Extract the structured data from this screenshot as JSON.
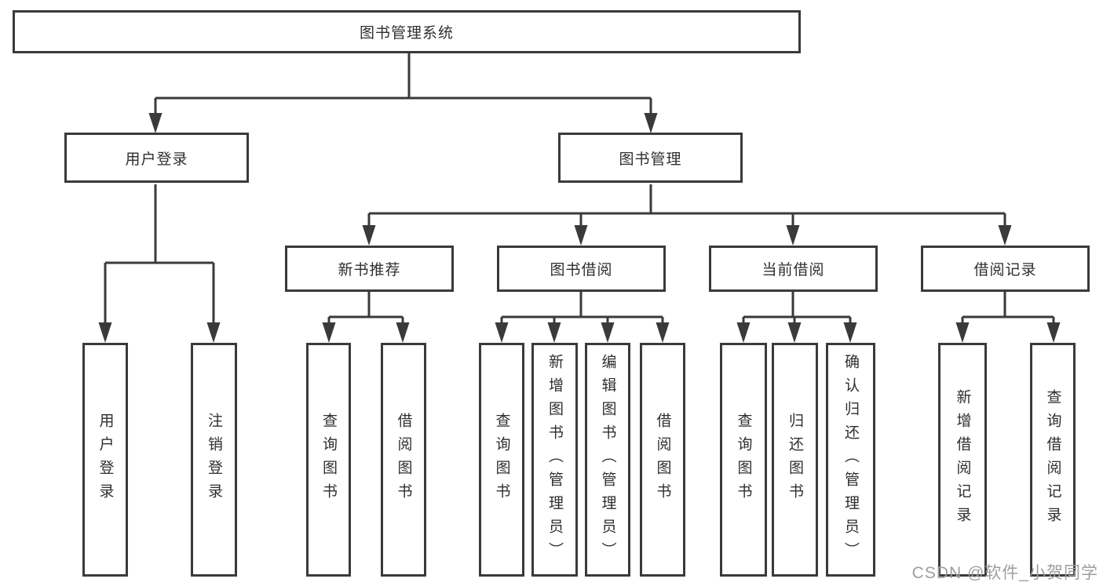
{
  "root": {
    "label": "图书管理系统"
  },
  "level2": [
    {
      "label": "用户登录"
    },
    {
      "label": "图书管理"
    }
  ],
  "level3": [
    {
      "label": "新书推荐"
    },
    {
      "label": "图书借阅"
    },
    {
      "label": "当前借阅"
    },
    {
      "label": "借阅记录"
    }
  ],
  "leaves": {
    "user_login": [
      {
        "label": "用户登录"
      },
      {
        "label": "注销登录"
      }
    ],
    "new_books": [
      {
        "label": "查询图书"
      },
      {
        "label": "借阅图书"
      }
    ],
    "book_borrow": [
      {
        "label": "查询图书"
      },
      {
        "label": "新增图书（管理员）"
      },
      {
        "label": "编辑图书（管理员）"
      },
      {
        "label": "借阅图书"
      }
    ],
    "current_borrow": [
      {
        "label": "查询图书"
      },
      {
        "label": "归还图书"
      },
      {
        "label": "确认归还（管理员）"
      }
    ],
    "borrow_records": [
      {
        "label": "新增借阅记录"
      },
      {
        "label": "查询借阅记录"
      }
    ]
  },
  "watermark": {
    "text": "CSDN @软件_小贺同学"
  },
  "colors": {
    "line": "#3a3a3a",
    "box_border": "#3a3a3a",
    "text": "#2f2f2f",
    "watermark": "#9e9e9e",
    "background": "#ffffff"
  }
}
